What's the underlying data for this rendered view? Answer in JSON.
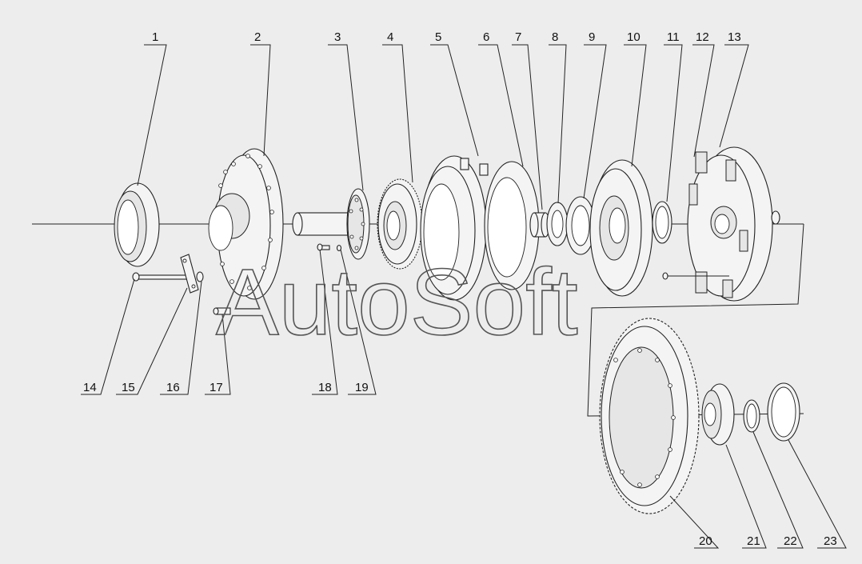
{
  "watermark": "AutoSoft",
  "callouts": [
    "1",
    "2",
    "3",
    "4",
    "5",
    "6",
    "7",
    "8",
    "9",
    "10",
    "11",
    "12",
    "13",
    "14",
    "15",
    "16",
    "17",
    "18",
    "19",
    "20",
    "21",
    "22",
    "23"
  ]
}
